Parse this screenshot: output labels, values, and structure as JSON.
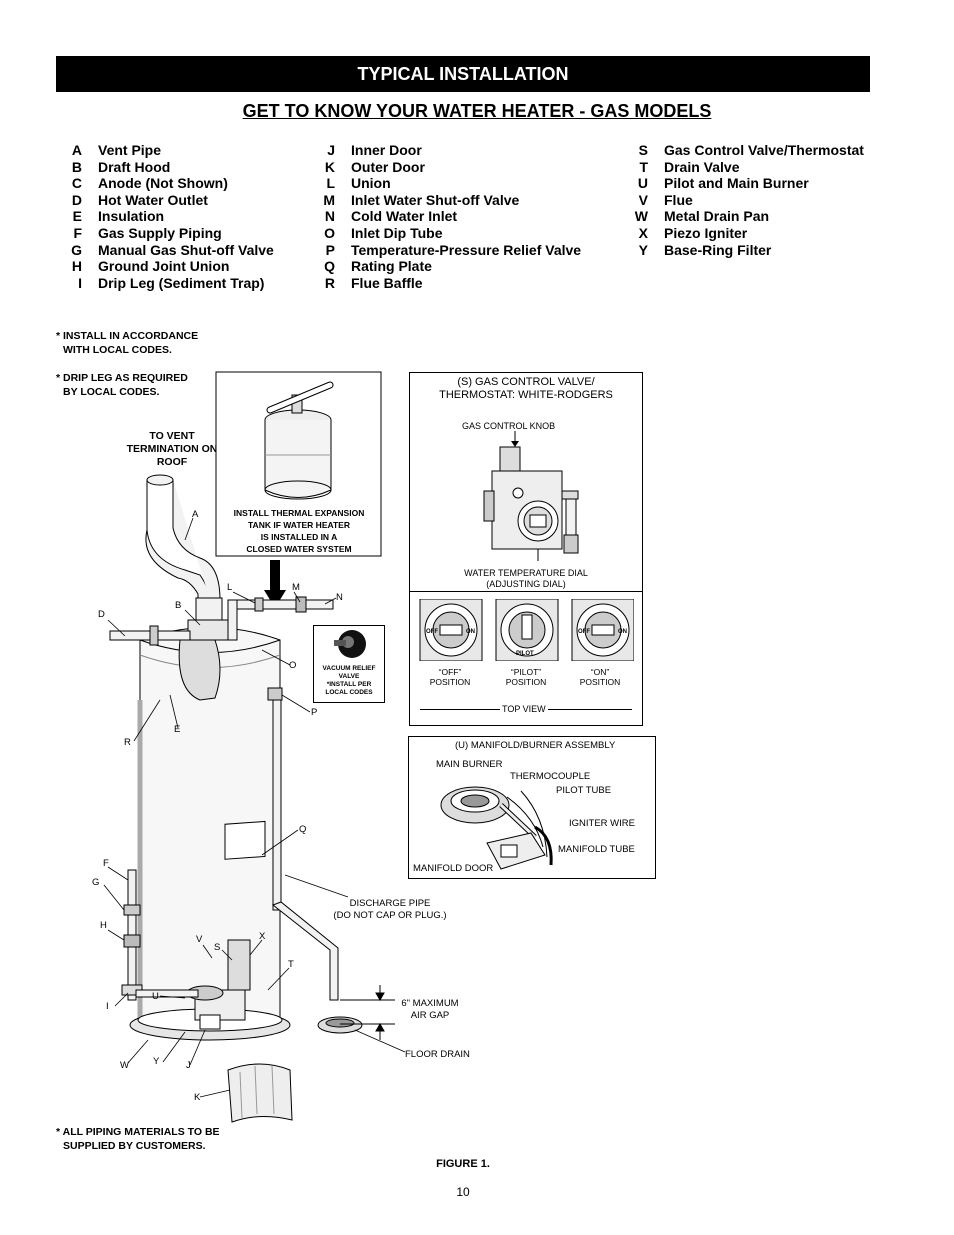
{
  "header": {
    "title": "TYPICAL INSTALLATION"
  },
  "subtitle": "GET TO KNOW YOUR WATER HEATER - GAS MODELS",
  "legend": {
    "col1": [
      {
        "k": "A",
        "v": "Vent Pipe"
      },
      {
        "k": "B",
        "v": "Draft Hood"
      },
      {
        "k": "C",
        "v": "Anode (Not Shown)"
      },
      {
        "k": "D",
        "v": "Hot Water Outlet"
      },
      {
        "k": "E",
        "v": "Insulation"
      },
      {
        "k": "F",
        "v": "Gas Supply Piping"
      },
      {
        "k": "G",
        "v": "Manual Gas Shut-off Valve"
      },
      {
        "k": "H",
        "v": "Ground Joint Union"
      },
      {
        "k": "I",
        "v": "Drip Leg (Sediment Trap)"
      }
    ],
    "col2": [
      {
        "k": "J",
        "v": "Inner Door"
      },
      {
        "k": "K",
        "v": "Outer Door"
      },
      {
        "k": "L",
        "v": "Union"
      },
      {
        "k": "M",
        "v": "Inlet Water Shut-off Valve"
      },
      {
        "k": "N",
        "v": "Cold Water Inlet"
      },
      {
        "k": "O",
        "v": "Inlet Dip Tube"
      },
      {
        "k": "P",
        "v": "Temperature-Pressure Relief Valve"
      },
      {
        "k": "Q",
        "v": "Rating Plate"
      },
      {
        "k": "R",
        "v": "Flue Baffle"
      }
    ],
    "col3": [
      {
        "k": "S",
        "v": "Gas Control Valve/Thermostat"
      },
      {
        "k": "T",
        "v": "Drain Valve"
      },
      {
        "k": "U",
        "v": "Pilot and Main Burner"
      },
      {
        "k": "V",
        "v": "Flue"
      },
      {
        "k": "W",
        "v": "Metal Drain Pan"
      },
      {
        "k": "X",
        "v": "Piezo Igniter"
      },
      {
        "k": "Y",
        "v": "Base-Ring Filter"
      }
    ]
  },
  "notes": {
    "install_line1": "* INSTALL IN ACCORDANCE",
    "install_line2": "WITH LOCAL CODES.",
    "drip_line1": "* DRIP LEG AS REQUIRED",
    "drip_line2": "BY LOCAL CODES.",
    "piping_line1": "* ALL PIPING MATERIALS TO BE",
    "piping_line2": "SUPPLIED BY CUSTOMERS."
  },
  "diagram": {
    "vent_line1": "TO VENT",
    "vent_line2": "TERMINATION ON",
    "vent_line3": "ROOF",
    "expansion_line1": "INSTALL THERMAL EXPANSION",
    "expansion_line2": "TANK IF WATER HEATER",
    "expansion_line3": "IS INSTALLED IN A",
    "expansion_line4": "CLOSED WATER SYSTEM",
    "vacuum_line1": "VACUUM RELIEF",
    "vacuum_line2": "VALVE",
    "vacuum_line3": "*INSTALL PER",
    "vacuum_line4": "LOCAL CODES",
    "discharge_line1": "DISCHARGE PIPE",
    "discharge_line2": "(DO NOT CAP OR PLUG.)",
    "airgap_line1": "6\" MAXIMUM",
    "airgap_line2": "AIR GAP",
    "floor_drain": "FLOOR DRAIN",
    "letters": {
      "A": "A",
      "B": "B",
      "D": "D",
      "E": "E",
      "F": "F",
      "G": "G",
      "H": "H",
      "I": "I",
      "J": "J",
      "K": "K",
      "L": "L",
      "M": "M",
      "N": "N",
      "O": "O",
      "P": "P",
      "Q": "Q",
      "R": "R",
      "S": "S",
      "T": "T",
      "U": "U",
      "V": "V",
      "W": "W",
      "X": "X",
      "Y": "Y"
    }
  },
  "gas_control": {
    "title_line1": "(S) GAS CONTROL VALVE/",
    "title_line2": "THERMOSTAT: WHITE-RODGERS",
    "knob_label": "GAS CONTROL KNOB",
    "dial_line1": "WATER TEMPERATURE DIAL",
    "dial_line2": "(ADJUSTING DIAL)",
    "positions": [
      {
        "line1": "“OFF”",
        "line2": "POSITION"
      },
      {
        "line1": "“PILOT”",
        "line2": "POSITION"
      },
      {
        "line1": "“ON”",
        "line2": "POSITION"
      }
    ],
    "top_view": "TOP VIEW"
  },
  "manifold": {
    "title": "(U) MANIFOLD/BURNER ASSEMBLY",
    "main_burner": "MAIN BURNER",
    "thermocouple": "THERMOCOUPLE",
    "pilot_tube": "PILOT TUBE",
    "igniter_wire": "IGNITER WIRE",
    "manifold_tube": "MANIFOLD TUBE",
    "manifold_door": "MANIFOLD DOOR"
  },
  "figure_label": "FIGURE 1.",
  "page_number": "10"
}
